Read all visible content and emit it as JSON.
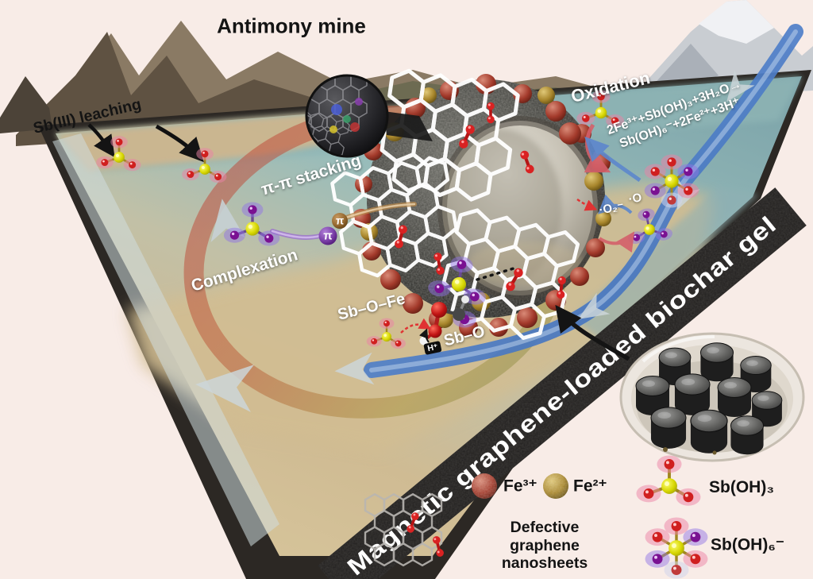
{
  "scene": {
    "title": "Antimony mine",
    "process_labels": {
      "leaching": "Sb(III) leaching",
      "pi_stacking": "π-π stacking",
      "complexation": "Complexation",
      "oxidation": "Oxidation",
      "equation": "2Fe³⁺+Sb(OH)₃+3H₂O→\nSb(OH)₆⁻+2Fe²⁺+3H⁺",
      "sb_o_fe": "Sb–O–Fe",
      "sb_o": "Sb–O",
      "h_plus": "H⁺",
      "superoxide_radical": "·O₂⁻",
      "oxygen_radical": "·O",
      "pi_symbol": "π",
      "banner": "Magnetic graphene-loaded biochar gel"
    },
    "legend": {
      "fe3_label": "Fe³⁺",
      "fe2_label": "Fe²⁺",
      "sboh3_label": "Sb(OH)₃",
      "sboh6_label": "Sb(OH)₆⁻",
      "graphene_label": "Defective\ngraphene\nnanosheets"
    },
    "colors": {
      "background": "#f8ece7",
      "water": "#8fb5b5",
      "sand": "#d2bd92",
      "rock": "#2c2824",
      "banner_bg": "#211f1e",
      "cycle_red": "#b8413a",
      "tube_blue": "#3f6fb5",
      "fe3_red": "#a33a2b",
      "fe2_gold": "#a8862c",
      "sb_yellow": "#e0e020",
      "ligand_red": "#d01f1f",
      "ligand_purple": "#7a1192",
      "graphene_white": "#ffffff",
      "defect_red": "#d92222"
    }
  }
}
